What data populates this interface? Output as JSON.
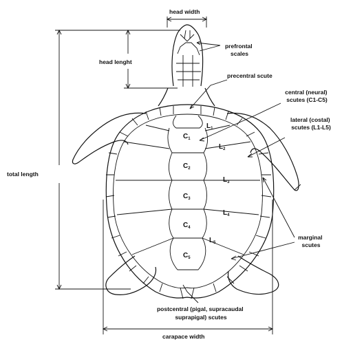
{
  "labels": {
    "head_width": "head width",
    "prefrontal": [
      "prefrontal",
      "scales"
    ],
    "head_length": "head lenght",
    "precentral": "precentral scute",
    "central": [
      "central (neural)",
      "scutes (C1-C5)"
    ],
    "lateral": [
      "lateral  (costal)",
      "scutes (L1-L5)"
    ],
    "total_length": "total  length",
    "marginal": [
      "marginal",
      "scutes"
    ],
    "postcentral": [
      "postcentral (pigal, supracaudal",
      "suprapigal) scutes"
    ],
    "carapace_width": "carapace width"
  },
  "central_scutes": [
    {
      "letter": "C",
      "num": "1"
    },
    {
      "letter": "C",
      "num": "2"
    },
    {
      "letter": "C",
      "num": "3"
    },
    {
      "letter": "C",
      "num": "4"
    },
    {
      "letter": "C",
      "num": "5"
    }
  ],
  "lateral_scutes": [
    {
      "letter": "L",
      "num": "1"
    },
    {
      "letter": "L",
      "num": "2"
    },
    {
      "letter": "L",
      "num": "3"
    },
    {
      "letter": "L",
      "num": "4"
    },
    {
      "letter": "L",
      "num": "5"
    }
  ]
}
